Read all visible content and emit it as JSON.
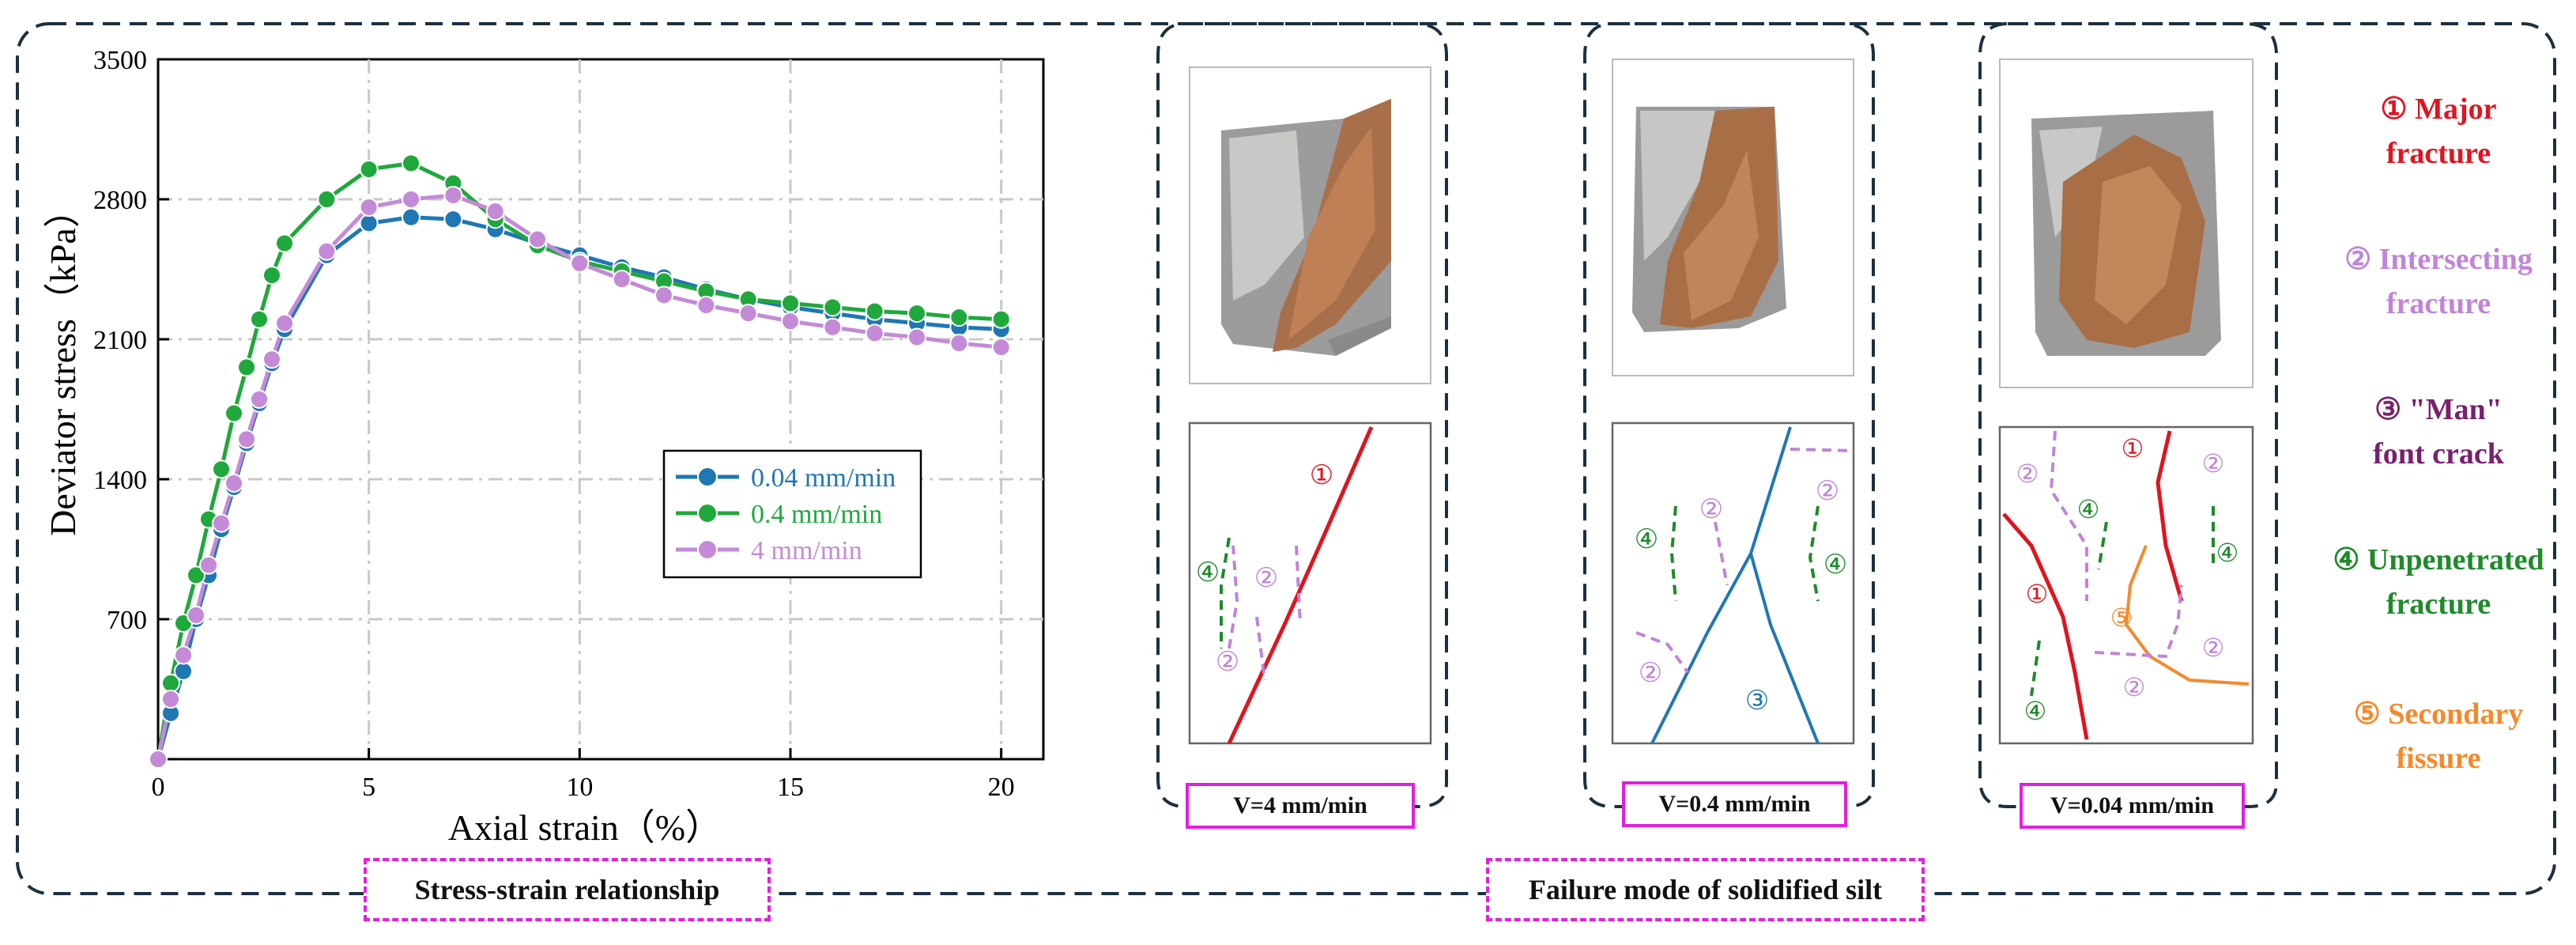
{
  "captions": {
    "left": "Stress-strain relationship",
    "right": "Failure mode of solidified silt"
  },
  "panels": [
    {
      "speed": "V=4 mm/min"
    },
    {
      "speed": "V=0.4 mm/min"
    },
    {
      "speed": "V=0.04 mm/min"
    }
  ],
  "sketch_markers": {
    "one": "①",
    "two": "②",
    "three": "③",
    "four": "④",
    "five": "⑤"
  },
  "legend_types": [
    {
      "symbol": "①",
      "line1": "Major",
      "line2": "fracture",
      "color": "#e0141e"
    },
    {
      "symbol": "②",
      "line1": "Intersecting",
      "line2": "fracture",
      "color": "#c084d8"
    },
    {
      "symbol": "③",
      "line1": "\"Man\"",
      "line2": "font crack",
      "color": "#7a1f6e"
    },
    {
      "symbol": "④",
      "line1": "Unpenetrated",
      "line2": "fracture",
      "color": "#1e8a2a"
    },
    {
      "symbol": "⑤",
      "line1": "Secondary",
      "line2": "fissure",
      "color": "#f5892a"
    }
  ],
  "chart_data": {
    "type": "line",
    "xlabel": "Axial strain（%）",
    "ylabel": "Deviator stress（kPa）",
    "xlim": [
      0,
      21
    ],
    "ylim": [
      0,
      3500
    ],
    "xticks": [
      0,
      5,
      10,
      15,
      20
    ],
    "yticks": [
      700,
      1400,
      2100,
      2800,
      3500
    ],
    "grid": true,
    "legend_position": "center-right",
    "series": [
      {
        "name": "0.04 mm/min",
        "color": "#1f77b4",
        "x": [
          0,
          0.3,
          0.6,
          0.9,
          1.2,
          1.5,
          1.8,
          2.1,
          2.4,
          2.7,
          3,
          4,
          5,
          6,
          7,
          8,
          9,
          10,
          11,
          12,
          13,
          14,
          15,
          16,
          17,
          18,
          19,
          20
        ],
        "y": [
          0,
          230,
          440,
          700,
          920,
          1150,
          1360,
          1580,
          1780,
          1980,
          2150,
          2520,
          2680,
          2710,
          2700,
          2650,
          2580,
          2520,
          2460,
          2410,
          2350,
          2300,
          2260,
          2230,
          2200,
          2180,
          2160,
          2150
        ]
      },
      {
        "name": "0.4 mm/min",
        "color": "#1fa83c",
        "x": [
          0,
          0.3,
          0.6,
          0.9,
          1.2,
          1.5,
          1.8,
          2.1,
          2.4,
          2.7,
          3,
          4,
          5,
          6,
          7,
          8,
          9,
          10,
          11,
          12,
          13,
          14,
          15,
          16,
          17,
          18,
          19,
          20
        ],
        "y": [
          0,
          380,
          680,
          920,
          1200,
          1450,
          1730,
          1960,
          2200,
          2420,
          2580,
          2800,
          2950,
          2980,
          2880,
          2700,
          2570,
          2490,
          2440,
          2390,
          2340,
          2300,
          2280,
          2260,
          2240,
          2230,
          2210,
          2200
        ]
      },
      {
        "name": "4 mm/min",
        "color": "#c48ad8",
        "x": [
          0,
          0.3,
          0.6,
          0.9,
          1.2,
          1.5,
          1.8,
          2.1,
          2.4,
          2.7,
          3,
          4,
          5,
          6,
          7,
          8,
          9,
          10,
          11,
          12,
          13,
          14,
          15,
          16,
          17,
          18,
          19,
          20
        ],
        "y": [
          0,
          300,
          520,
          720,
          970,
          1180,
          1380,
          1600,
          1800,
          2000,
          2180,
          2540,
          2760,
          2800,
          2820,
          2740,
          2600,
          2480,
          2400,
          2320,
          2270,
          2230,
          2190,
          2160,
          2130,
          2110,
          2080,
          2060
        ]
      }
    ]
  }
}
